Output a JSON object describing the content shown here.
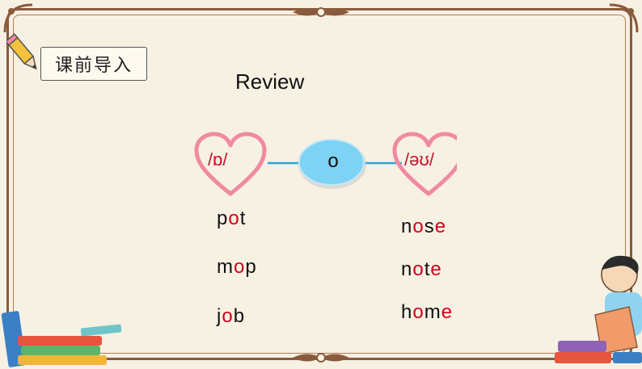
{
  "lesson_label": "课前导入",
  "title": "Review",
  "phonemes": {
    "left": "/ɒ/",
    "center": "o",
    "right": "/əʊ/"
  },
  "left_words": [
    {
      "parts": [
        "p",
        "o",
        "t"
      ]
    },
    {
      "parts": [
        "m",
        "o",
        "p"
      ]
    },
    {
      "parts": [
        "j",
        "o",
        "b"
      ]
    }
  ],
  "right_words": [
    {
      "parts": [
        "n",
        "o",
        "s",
        "e"
      ]
    },
    {
      "parts": [
        "n",
        "o",
        "t",
        "e"
      ]
    },
    {
      "parts": [
        "h",
        "o",
        "m",
        "e"
      ]
    }
  ],
  "colors": {
    "heart": "#f08aa0",
    "bubble": "#7ed2f3",
    "connector": "#29a6e0",
    "highlight": "#d0021b",
    "frame": "#8a5a3c"
  }
}
